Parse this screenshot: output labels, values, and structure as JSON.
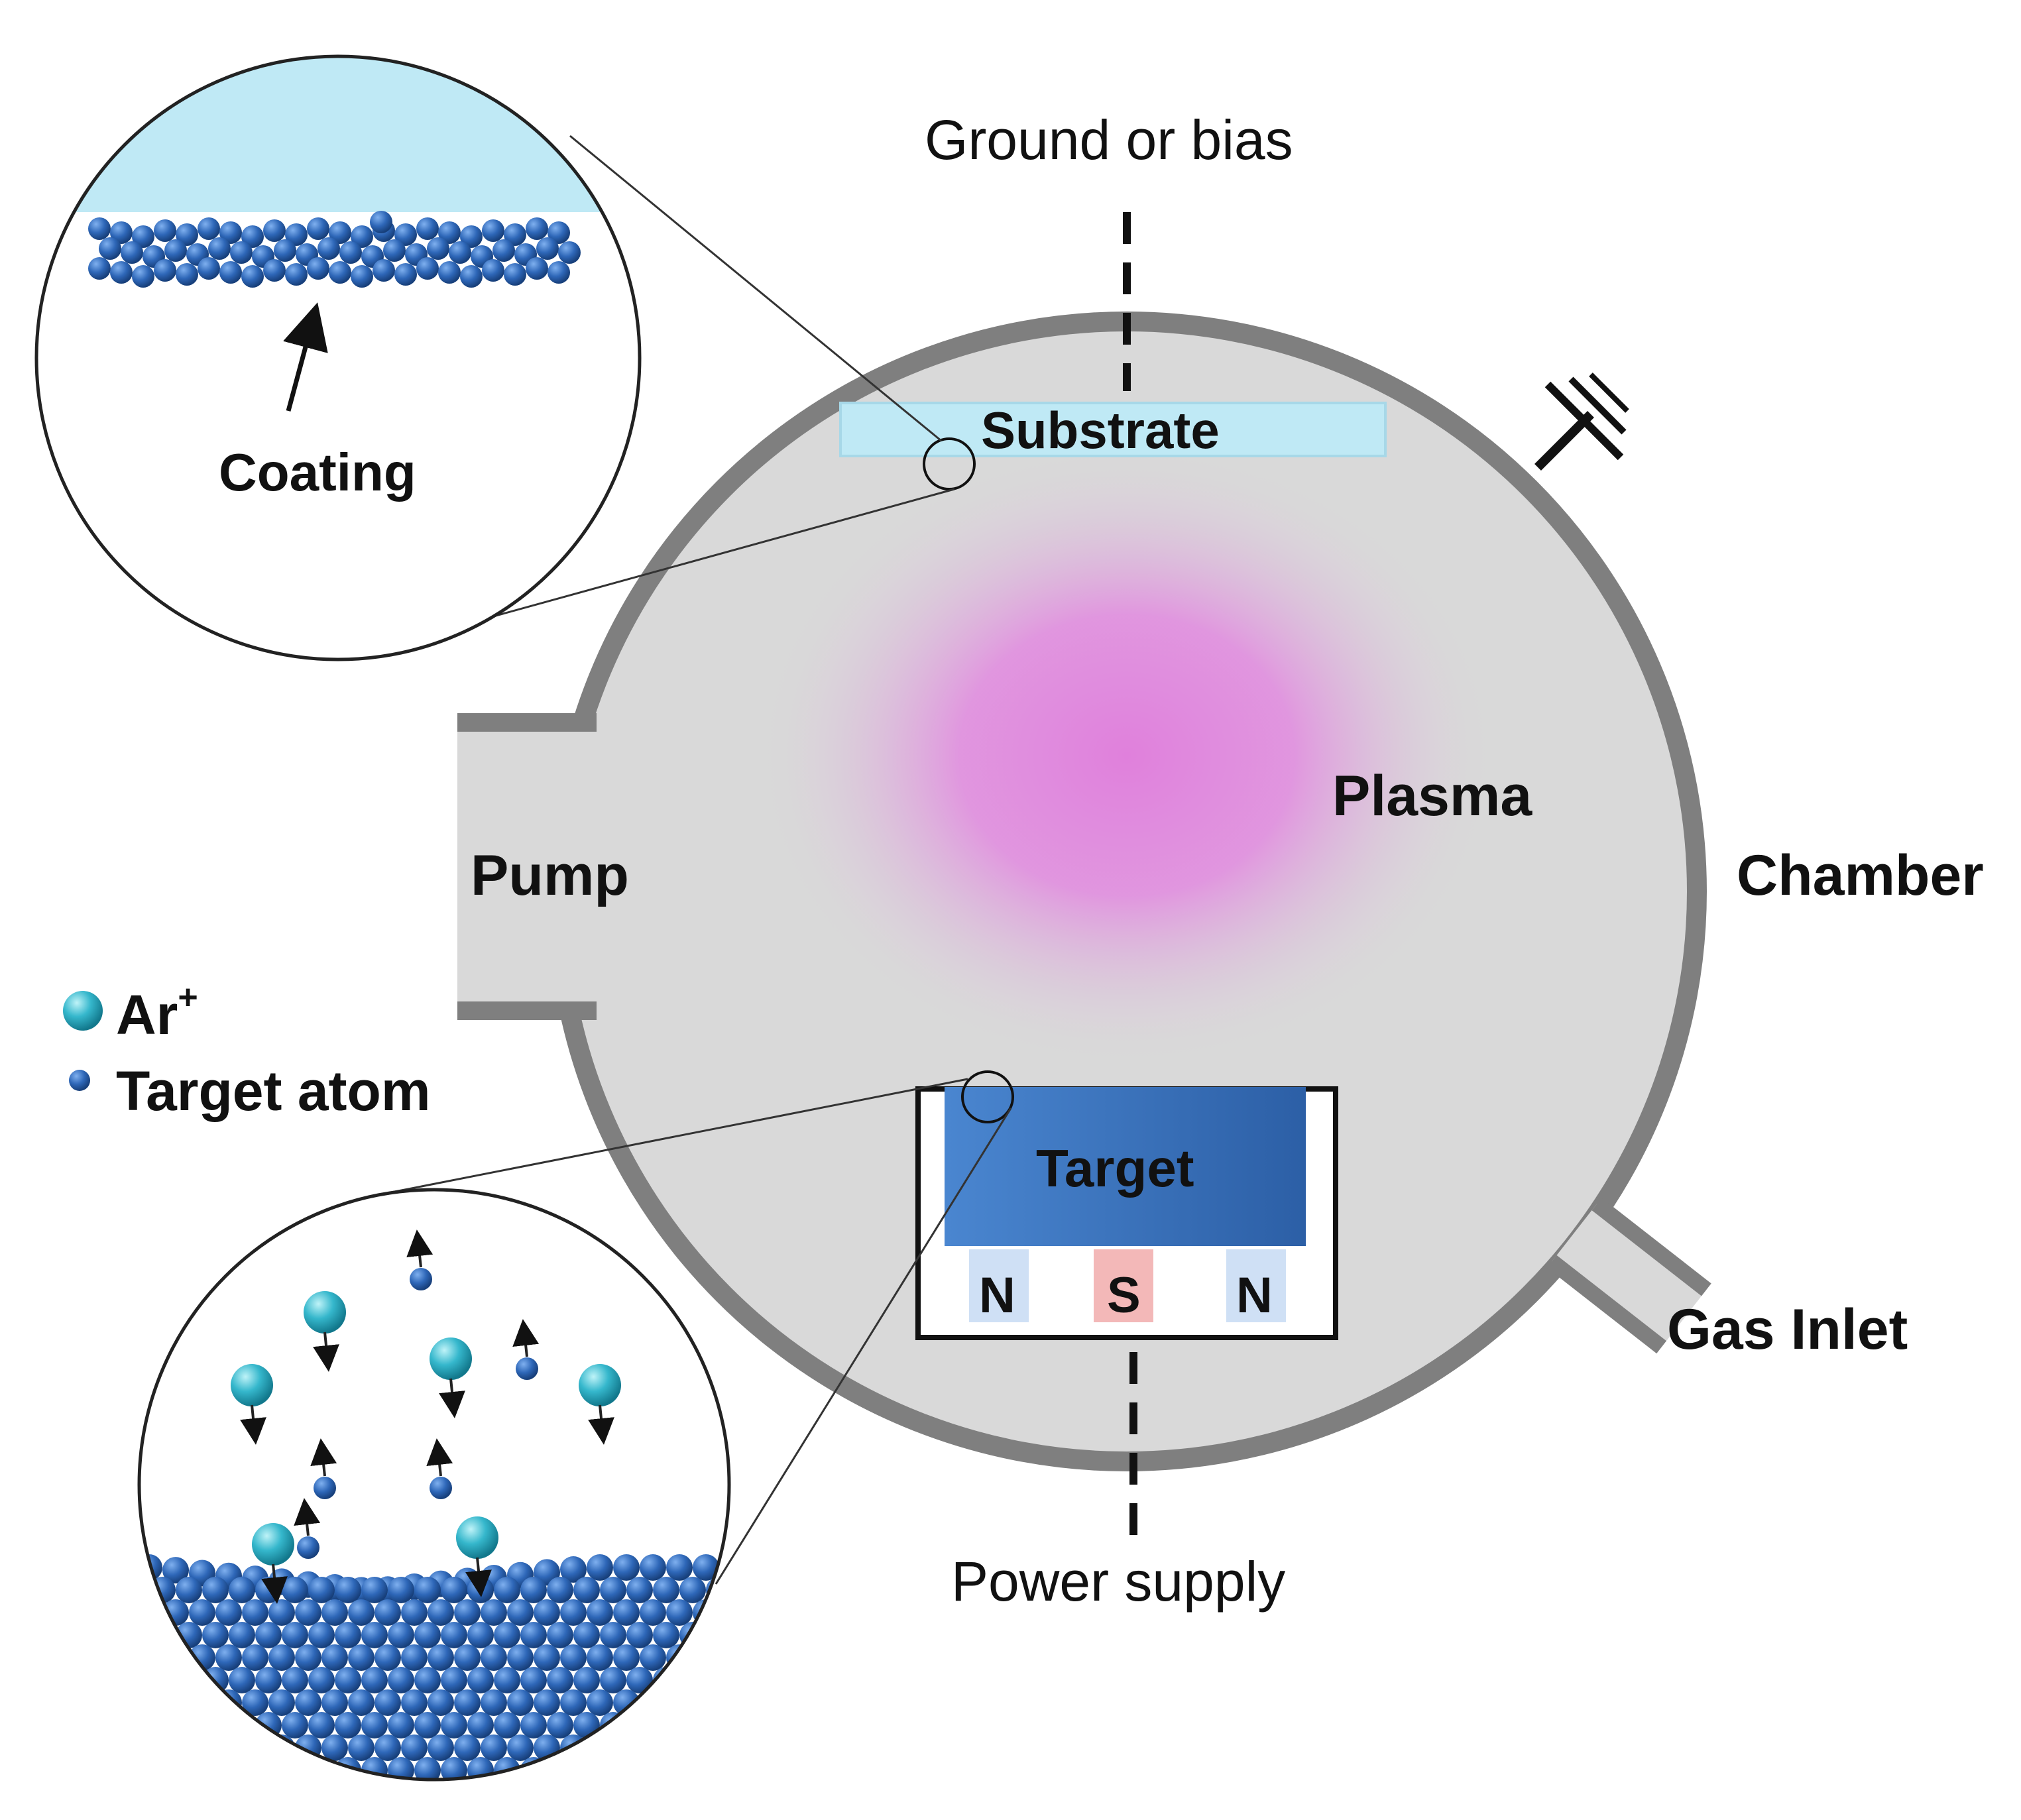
{
  "labels": {
    "ground_or_bias": "Ground or bias",
    "substrate": "Substrate",
    "coating": "Coating",
    "plasma": "Plasma",
    "pump": "Pump",
    "chamber": "Chamber",
    "target": "Target",
    "magnet_left": "N",
    "magnet_center": "S",
    "magnet_right": "N",
    "gas_inlet": "Gas Inlet",
    "power_supply": "Power supply"
  },
  "legend": {
    "ar_ion": "Ar",
    "ar_ion_charge": "+",
    "target_atom": "Target atom"
  },
  "colors": {
    "chamber_fill": "#d9d9d9",
    "chamber_wall": "#7f7f7f",
    "plasma": "#e28ae0",
    "substrate": "#bfe9f5",
    "target": "#3f79c4",
    "atom": "#2e67b8",
    "ion": "#3fbfd2",
    "magnet_n": "#cfe0f5",
    "magnet_s": "#f3b8b8"
  }
}
